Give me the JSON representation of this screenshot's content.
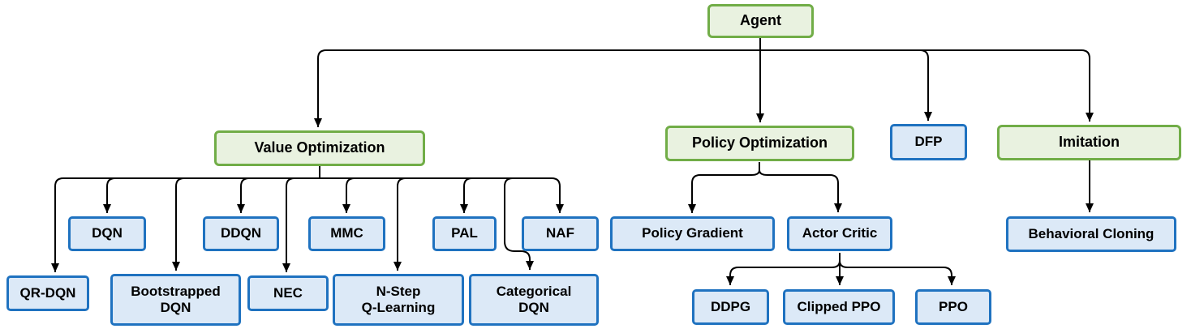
{
  "diagram": {
    "description": "Reinforcement learning agent algorithm hierarchy",
    "colors": {
      "category_fill": "#e9f2e0",
      "category_border": "#71ad47",
      "algorithm_fill": "#dce9f7",
      "algorithm_border": "#1f72c0",
      "connector": "#000000",
      "text": "#000000",
      "background": "#ffffff"
    },
    "nodes": {
      "agent": {
        "label": "Agent",
        "type": "category"
      },
      "value_optimization": {
        "label": "Value Optimization",
        "type": "category"
      },
      "policy_optimization": {
        "label": "Policy Optimization",
        "type": "category"
      },
      "dfp": {
        "label": "DFP",
        "type": "algorithm"
      },
      "imitation": {
        "label": "Imitation",
        "type": "category"
      },
      "dqn": {
        "label": "DQN",
        "type": "algorithm"
      },
      "ddqn": {
        "label": "DDQN",
        "type": "algorithm"
      },
      "mmc": {
        "label": "MMC",
        "type": "algorithm"
      },
      "pal": {
        "label": "PAL",
        "type": "algorithm"
      },
      "naf": {
        "label": "NAF",
        "type": "algorithm"
      },
      "qr_dqn": {
        "label": "QR-DQN",
        "type": "algorithm"
      },
      "bootstrapped_dqn": {
        "label": "Bootstrapped DQN",
        "label_lines": [
          "Bootstrapped",
          "DQN"
        ],
        "type": "algorithm"
      },
      "nec": {
        "label": "NEC",
        "type": "algorithm"
      },
      "n_step_q_learning": {
        "label": "N-Step Q-Learning",
        "label_lines": [
          "N-Step",
          "Q-Learning"
        ],
        "type": "algorithm"
      },
      "categorical_dqn": {
        "label": "Categorical DQN",
        "label_lines": [
          "Categorical",
          "DQN"
        ],
        "type": "algorithm"
      },
      "policy_gradient": {
        "label": "Policy Gradient",
        "type": "algorithm"
      },
      "actor_critic": {
        "label": "Actor Critic",
        "type": "algorithm"
      },
      "ddpg": {
        "label": "DDPG",
        "type": "algorithm"
      },
      "clipped_ppo": {
        "label": "Clipped PPO",
        "type": "algorithm"
      },
      "ppo": {
        "label": "PPO",
        "type": "algorithm"
      },
      "behavioral_cloning": {
        "label": "Behavioral Cloning",
        "type": "algorithm"
      }
    },
    "edges": [
      {
        "from": "agent",
        "to": "value_optimization"
      },
      {
        "from": "agent",
        "to": "policy_optimization"
      },
      {
        "from": "agent",
        "to": "dfp"
      },
      {
        "from": "agent",
        "to": "imitation"
      },
      {
        "from": "value_optimization",
        "to": "dqn"
      },
      {
        "from": "value_optimization",
        "to": "ddqn"
      },
      {
        "from": "value_optimization",
        "to": "mmc"
      },
      {
        "from": "value_optimization",
        "to": "pal"
      },
      {
        "from": "value_optimization",
        "to": "naf"
      },
      {
        "from": "value_optimization",
        "to": "qr_dqn"
      },
      {
        "from": "value_optimization",
        "to": "bootstrapped_dqn"
      },
      {
        "from": "value_optimization",
        "to": "nec"
      },
      {
        "from": "value_optimization",
        "to": "n_step_q_learning"
      },
      {
        "from": "value_optimization",
        "to": "categorical_dqn"
      },
      {
        "from": "policy_optimization",
        "to": "policy_gradient"
      },
      {
        "from": "policy_optimization",
        "to": "actor_critic"
      },
      {
        "from": "actor_critic",
        "to": "ddpg"
      },
      {
        "from": "actor_critic",
        "to": "clipped_ppo"
      },
      {
        "from": "actor_critic",
        "to": "ppo"
      },
      {
        "from": "imitation",
        "to": "behavioral_cloning"
      }
    ]
  }
}
